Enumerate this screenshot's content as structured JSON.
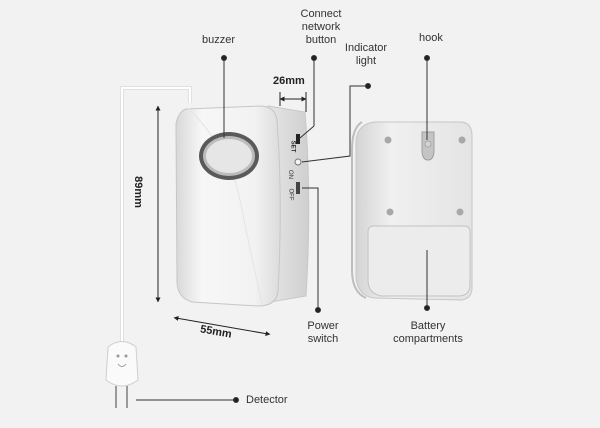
{
  "labels": {
    "buzzer": "buzzer",
    "connect_network_button": "Connect network button",
    "indicator_light": "Indicator light",
    "hook": "hook",
    "power_switch": "Power switch",
    "battery_compartments": "Battery compartments",
    "detector": "Detector"
  },
  "dimensions": {
    "depth": "26mm",
    "height": "89mm",
    "width": "55mm"
  },
  "switch_markings": {
    "set": "SET",
    "on": "ON",
    "off": "OFF"
  }
}
